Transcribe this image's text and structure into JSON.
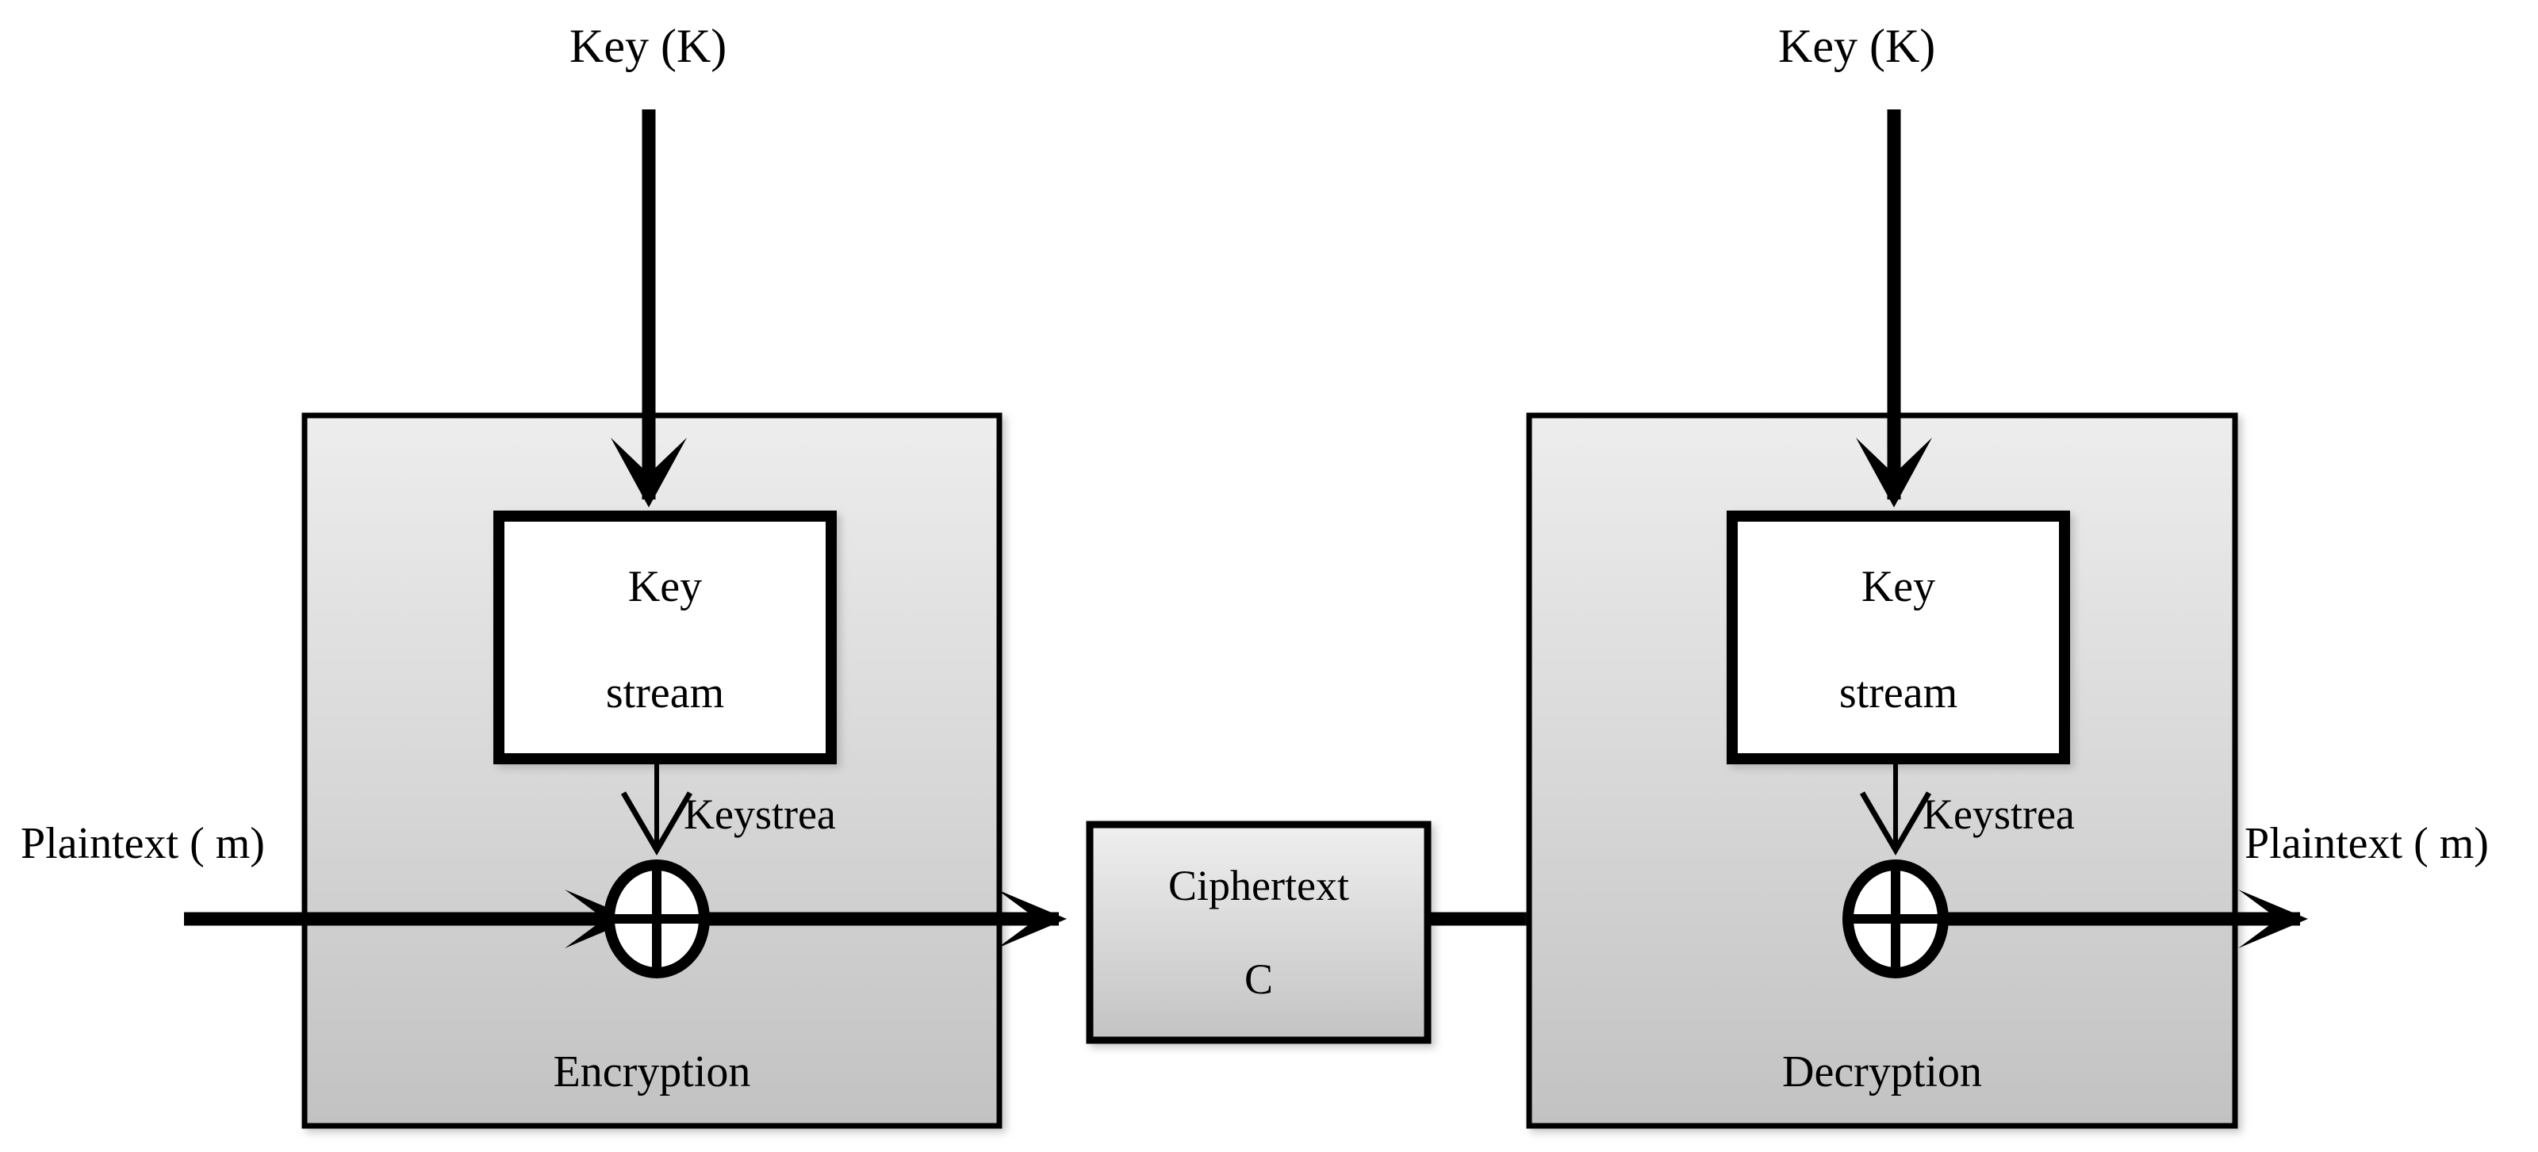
{
  "diagram": {
    "title": "Stream cipher encryption and decryption block diagram",
    "background_color": "#ffffff",
    "stroke_color": "#000000",
    "panel_gradient_top": "#ededed",
    "panel_gradient_bottom": "#c2c2c2",
    "cipher_gradient_top": "#eeeeee",
    "cipher_gradient_bottom": "#c3c3c3",
    "keystream_box_fill": "#ffffff"
  },
  "encryption": {
    "key_label": "Key (K)",
    "keystream_box_line1": "Key",
    "keystream_box_line2": "stream",
    "keystream_arrow_label": "Keystrea",
    "input_label": "Plaintext ( m)",
    "panel_label": "Encryption",
    "xor_symbol": "⊕"
  },
  "ciphertext": {
    "line1": "Ciphertext",
    "line2": "C"
  },
  "decryption": {
    "key_label": "Key (K)",
    "keystream_box_line1": "Key",
    "keystream_box_line2": "stream",
    "keystream_arrow_label": "Keystrea",
    "output_label": "Plaintext ( m)",
    "panel_label": "Decryption",
    "xor_symbol": "⊕"
  }
}
